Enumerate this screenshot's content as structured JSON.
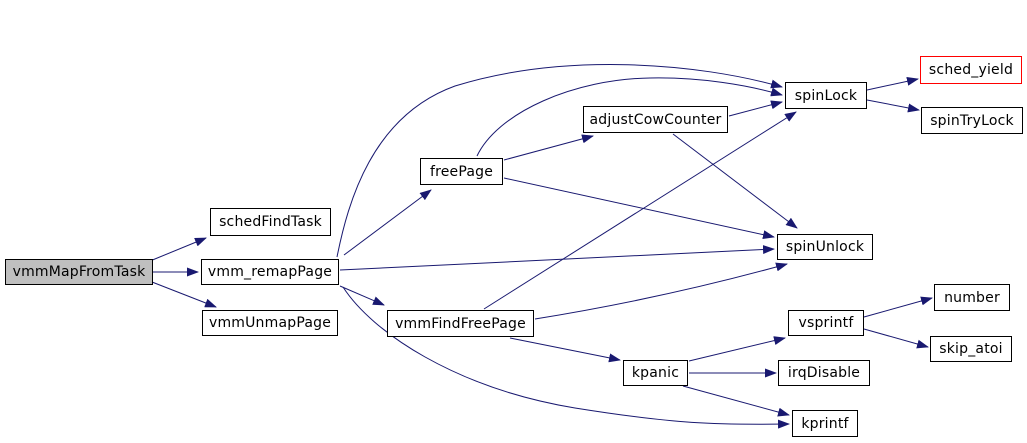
{
  "diagram": {
    "kind": "doxygen-call-graph",
    "root": "vmmMapFromTask",
    "highlighted": "sched_yield"
  },
  "nodes": {
    "vmmMapFromTask": {
      "label": "vmmMapFromTask"
    },
    "schedFindTask": {
      "label": "schedFindTask"
    },
    "vmm_remapPage": {
      "label": "vmm_remapPage"
    },
    "vmmUnmapPage": {
      "label": "vmmUnmapPage"
    },
    "freePage": {
      "label": "freePage"
    },
    "adjustCowCounter": {
      "label": "adjustCowCounter"
    },
    "spinLock": {
      "label": "spinLock"
    },
    "sched_yield": {
      "label": "sched_yield"
    },
    "spinTryLock": {
      "label": "spinTryLock"
    },
    "spinUnlock": {
      "label": "spinUnlock"
    },
    "vmmFindFreePage": {
      "label": "vmmFindFreePage"
    },
    "kpanic": {
      "label": "kpanic"
    },
    "vsprintf": {
      "label": "vsprintf"
    },
    "number": {
      "label": "number"
    },
    "skip_atoi": {
      "label": "skip_atoi"
    },
    "irqDisable": {
      "label": "irqDisable"
    },
    "kprintf": {
      "label": "kprintf"
    }
  },
  "edges": [
    {
      "from": "vmmMapFromTask",
      "to": "schedFindTask"
    },
    {
      "from": "vmmMapFromTask",
      "to": "vmm_remapPage"
    },
    {
      "from": "vmmMapFromTask",
      "to": "vmmUnmapPage"
    },
    {
      "from": "vmm_remapPage",
      "to": "spinLock"
    },
    {
      "from": "vmm_remapPage",
      "to": "freePage"
    },
    {
      "from": "vmm_remapPage",
      "to": "spinUnlock"
    },
    {
      "from": "vmm_remapPage",
      "to": "vmmFindFreePage"
    },
    {
      "from": "vmm_remapPage",
      "to": "kprintf"
    },
    {
      "from": "freePage",
      "to": "adjustCowCounter"
    },
    {
      "from": "freePage",
      "to": "spinLock"
    },
    {
      "from": "freePage",
      "to": "spinUnlock"
    },
    {
      "from": "adjustCowCounter",
      "to": "spinLock"
    },
    {
      "from": "adjustCowCounter",
      "to": "spinUnlock"
    },
    {
      "from": "vmmFindFreePage",
      "to": "spinLock"
    },
    {
      "from": "vmmFindFreePage",
      "to": "spinUnlock"
    },
    {
      "from": "vmmFindFreePage",
      "to": "kpanic"
    },
    {
      "from": "kpanic",
      "to": "vsprintf"
    },
    {
      "from": "kpanic",
      "to": "irqDisable"
    },
    {
      "from": "kpanic",
      "to": "kprintf"
    },
    {
      "from": "vsprintf",
      "to": "number"
    },
    {
      "from": "vsprintf",
      "to": "skip_atoi"
    },
    {
      "from": "spinLock",
      "to": "sched_yield"
    },
    {
      "from": "spinLock",
      "to": "spinTryLock"
    }
  ],
  "colors": {
    "edge": "#191970",
    "node_border": "#000000",
    "node_fill": "#ffffff",
    "root_fill": "#bfbfbf",
    "highlight_border": "#ff0000"
  }
}
